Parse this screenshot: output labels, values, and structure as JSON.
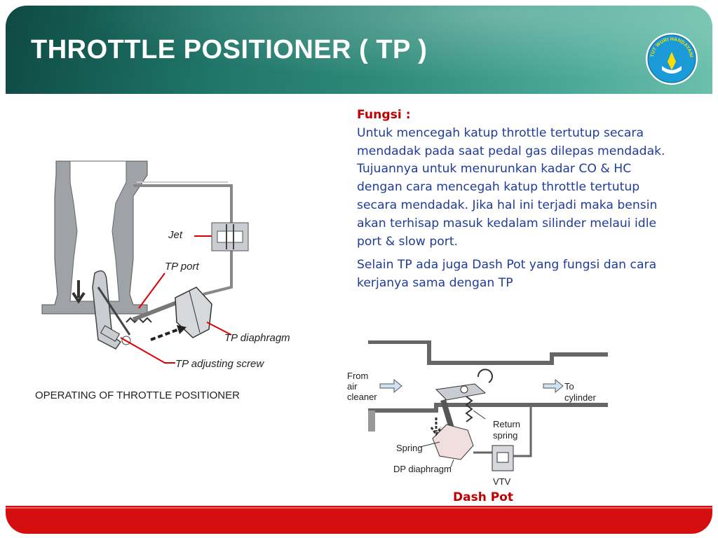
{
  "header": {
    "title": "THROTTLE POSITIONER ( TP )",
    "logo_text": "TUT WURI HANDAYANI"
  },
  "content": {
    "heading": "Fungsi :",
    "paragraph1": "Untuk mencegah katup throttle tertutup secara mendadak pada saat pedal gas dilepas mendadak.",
    "paragraph2": "Tujuannya untuk menurunkan kadar CO & HC dengan cara mencegah katup throttle tertutup secara mendadak. Jika hal ini terjadi maka bensin akan terhisap masuk kedalam silinder melaui idle port & slow port.",
    "paragraph3": "Selain TP ada juga Dash Pot yang fungsi dan cara kerjanya sama dengan TP"
  },
  "diagram_left": {
    "label_jet": "Jet",
    "label_tp_port": "TP port",
    "label_tp_diaphragm": "TP diaphragm",
    "label_tp_adjusting_screw": "TP adjusting screw",
    "caption": "OPERATING OF THROTTLE POSITIONER"
  },
  "diagram_right": {
    "label_from_1": "From",
    "label_from_2": "air",
    "label_from_3": "cleaner",
    "label_to_1": "To",
    "label_to_2": "cylinder",
    "label_return_1": "Return",
    "label_return_2": "spring",
    "label_spring": "Spring",
    "label_dp_diaphragm": "DP diaphragm",
    "label_vtv": "VTV",
    "caption": "Dash Pot"
  },
  "colors": {
    "title_text": "#ffffff",
    "body_text": "#1f3c99",
    "heading_text": "#c00000",
    "footer_bar": "#d50f0f",
    "header_dark": "#0e4a43",
    "header_light": "#6cc0ac"
  }
}
